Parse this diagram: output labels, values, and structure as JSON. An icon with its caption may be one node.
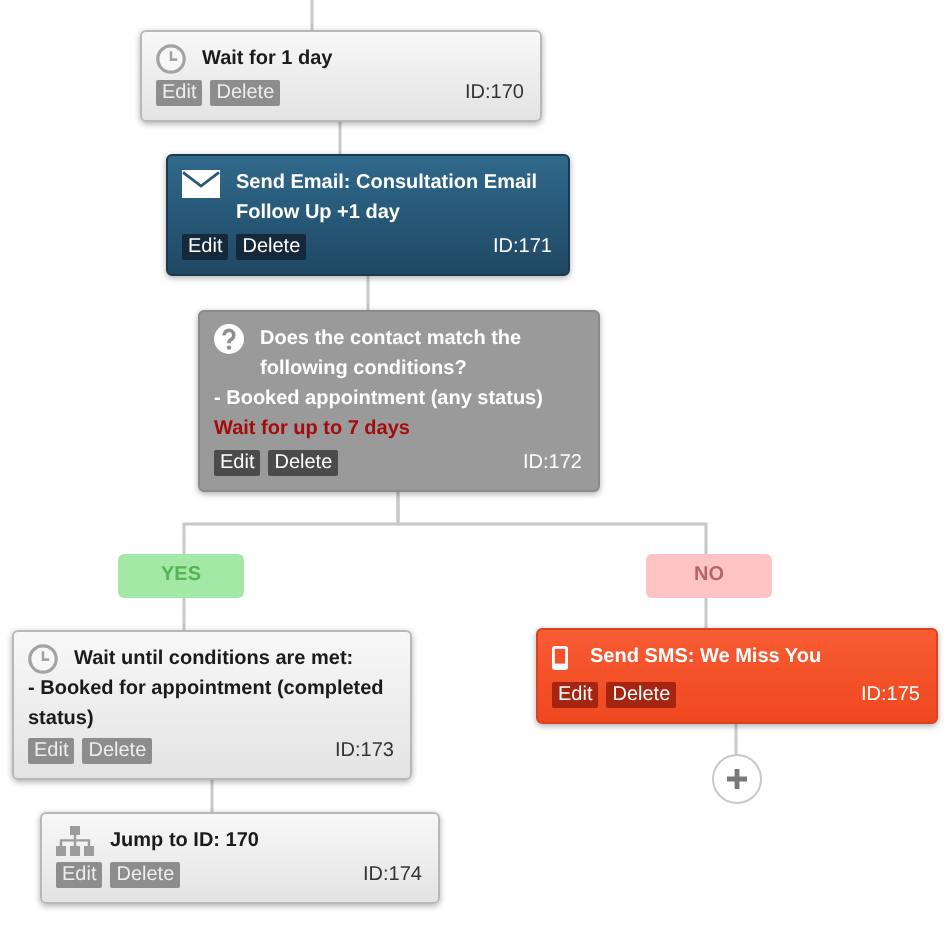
{
  "diagram": {
    "nodes": [
      {
        "text": [
          "Wait for 1 day",
          "Edit",
          "Delete",
          "ID:170"
        ]
      },
      {
        "text": [
          "Send Email: Consultation Email Follow Up +1 day",
          "Edit",
          "Delete",
          "ID:171"
        ]
      },
      {
        "text": [
          "Does the contact match the following conditions?",
          "- Booked appointment (any status)",
          "Wait for up to 7 days",
          "Edit",
          "Delete",
          "ID:172"
        ]
      },
      {
        "text": [
          "YES"
        ]
      },
      {
        "text": [
          "NO"
        ]
      },
      {
        "text": [
          "Wait until conditions are met:",
          "- Booked for appointment (completed status)",
          "Edit",
          "Delete",
          "ID:173"
        ]
      },
      {
        "text": [
          "Send SMS: We Miss You",
          "Edit",
          "Delete",
          "ID:175"
        ]
      },
      {
        "text": [
          "Jump to ID: 170",
          "Edit",
          "Delete",
          "ID:174"
        ]
      },
      {
        "text": [],
        "shape": "circle"
      }
    ],
    "edges": [
      {
        "from": null,
        "to": 0,
        "arrow": "none"
      },
      {
        "from": 0,
        "to": 1,
        "arrow": "none"
      },
      {
        "from": 1,
        "to": 2,
        "arrow": "none"
      },
      {
        "from": 2,
        "to": 3,
        "arrow": "none"
      },
      {
        "from": 2,
        "to": 4,
        "arrow": "none"
      },
      {
        "from": 3,
        "to": 5,
        "arrow": "none"
      },
      {
        "from": 4,
        "to": 6,
        "arrow": "none"
      },
      {
        "from": 5,
        "to": 7,
        "arrow": "none"
      },
      {
        "from": 6,
        "to": 8,
        "arrow": "none"
      }
    ]
  }
}
